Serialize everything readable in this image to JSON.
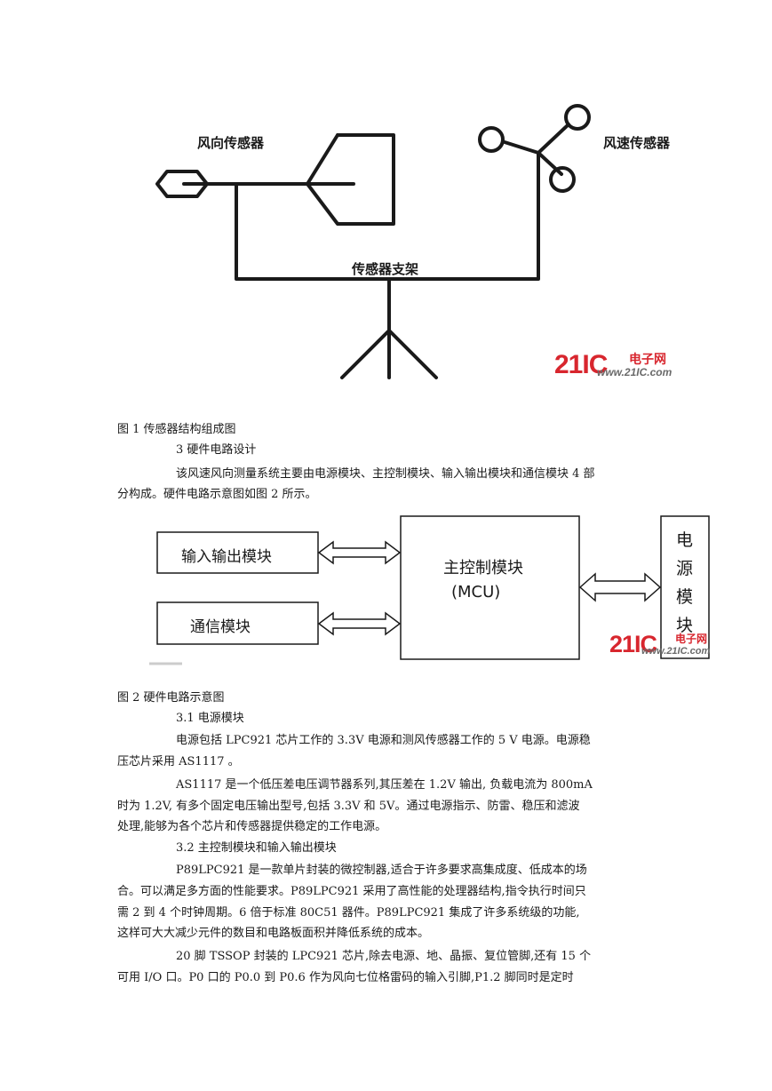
{
  "figure1": {
    "labels": {
      "wind_direction_sensor": "风向传感器",
      "wind_speed_sensor": "风速传感器",
      "sensor_bracket": "传感器支架"
    },
    "watermark": {
      "brand": "21IC",
      "suffix": "电子网",
      "sub": "www.21IC.com"
    }
  },
  "figure2": {
    "boxes": {
      "io_module": "输入输出模块",
      "comm_module": "通信模块",
      "main_control": "主控制模块",
      "mcu": "(MCU)",
      "power_module_chars": [
        "电",
        "源",
        "模",
        "块"
      ]
    },
    "watermark": {
      "brand": "21IC",
      "suffix": "电子网",
      "sub": "www.21IC.com"
    }
  },
  "text": {
    "fig1_caption": "图 1  传感器结构组成图",
    "sec3_heading": "3  硬件电路设计",
    "p1_line1": "该风速风向测量系统主要由电源模块、主控制模块、输入输出模块和通信模块 4  部",
    "p1_line2": "分构成。硬件电路示意图如图 2  所示。",
    "fig2_caption": "图 2  硬件电路示意图",
    "sec31_heading": "3.1  电源模块",
    "p2_line1": "电源包括 LPC921  芯片工作的 3.3V  电源和测风传感器工作的 5 V  电源。电源稳",
    "p2_line2": "压芯片采用 AS1117  。",
    "p3_line1": "AS1117  是一个低压差电压调节器系列,其压差在 1.2V 输出, 负载电流为 800mA",
    "p3_line2": "时为 1.2V, 有多个固定电压输出型号,包括 3.3V  和 5V。通过电源指示、防雷、稳压和滤波",
    "p3_line3": "处理,能够为各个芯片和传感器提供稳定的工作电源。",
    "sec32_heading": "3.2  主控制模块和输入输出模块",
    "p4_line1": "P89LPC921  是一款单片封装的微控制器,适合于许多要求高集成度、低成本的场",
    "p4_line2": "合。可以满足多方面的性能要求。P89LPC921  采用了高性能的处理器结构,指令执行时间只",
    "p4_line3": "需 2  到 4  个时钟周期。6  倍于标准 80C51  器件。P89LPC921  集成了许多系统级的功能,",
    "p4_line4": "这样可大大减少元件的数目和电路板面积并降低系统的成本。",
    "p5_line1": "20  脚 TSSOP  封装的 LPC921  芯片,除去电源、地、晶振、复位管脚,还有 15  个",
    "p5_line2": "可用 I/O  口。P0  口的 P0.0 到 P0.6  作为风向七位格雷码的输入引脚,P1.2  脚同时是定时"
  },
  "colors": {
    "watermark_red": "#d8262e",
    "ink": "#1a1a1a"
  }
}
